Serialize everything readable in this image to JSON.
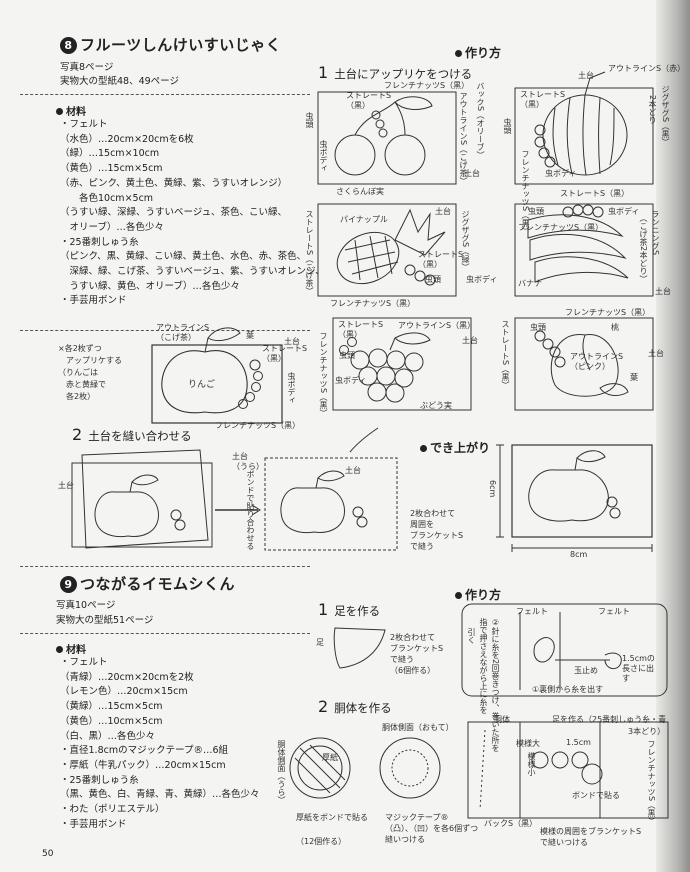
{
  "section1": {
    "number": "8",
    "title": "フルーツしんけいすいじゃく",
    "photo_ref": "写真8ページ",
    "pattern_ref": "実物大の型紙48、49ページ",
    "materials_heading": "材料",
    "materials": [
      "・フェルト",
      "（水色）…20cm×20cmを6枚",
      "（緑）…15cm×10cm",
      "（黄色）…15cm×5cm",
      "（赤、ピンク、黄土色、黄緑、紫、うすいオレンジ）",
      "　　各色10cm×5cm",
      "（うすい緑、深緑、うすいベージュ、茶色、こい緑、",
      "　オリーブ）…各色少々",
      "・25番刺しゅう糸",
      "（ピンク、黒、黄緑、こい緑、黄土色、水色、赤、茶色、",
      "　深緑、緑、こげ茶、うすいベージュ、紫、うすいオレンジ、",
      "　うすい緑、黄色、オリーブ）…各色少々",
      "・手芸用ボンド"
    ],
    "howto_heading": "作り方",
    "step1_num": "1",
    "step1_title": "土台にアップリケをつける",
    "step2_num": "2",
    "step2_title": "土台を縫い合わせる",
    "finished_heading": "でき上がり",
    "apple_note": [
      "×各2枚ずつ",
      "　アップリケする",
      "（りんごは",
      "　赤と黄緑で",
      "　各2枚）"
    ],
    "apple_labels": {
      "outline": "アウトラインS",
      "outline_color": "（こげ茶）",
      "leaf": "葉",
      "base": "土台",
      "straight": "ストレートS",
      "black": "（黒）",
      "apple": "りんご",
      "body": "虫ボディ",
      "french": "フレンチナッツS（黒）"
    },
    "cherry_labels": {
      "french": "フレンチナッツS（黒）",
      "straight": "ストレートS",
      "black": "（黒）",
      "head": "虫頭",
      "outline": "アウトラインS",
      "outline_color": "（こげ茶）",
      "back": "バックS（オリーブ）",
      "body": "虫ボディ",
      "fruit": "さくらんぼ実",
      "base": "土台"
    },
    "watermelon_labels": {
      "base": "土台",
      "outline": "アウトラインS（赤）",
      "zigzag": "ジグザグS（黒）",
      "two": "2本どり",
      "straight": "ストレートS",
      "black": "（黒）",
      "head": "虫頭",
      "french": "フレンチナッツS（黒）",
      "body": "虫ボディ"
    },
    "pineapple_labels": {
      "straight": "ストレートS（こげ茶）",
      "pine": "パイナップル",
      "base": "土台",
      "zigzag": "ジグザグS（緑）",
      "straight2": "ストレートS",
      "black": "（黒）",
      "head": "虫頭",
      "body": "虫ボディ",
      "french": "フレンチナッツS（黒）"
    },
    "banana_labels": {
      "straight": "ストレートS（黒）",
      "head": "虫頭",
      "body": "虫ボディ",
      "french": "フレンチナッツS（黒）",
      "running": "ランニングS",
      "running_color": "（こげ茶2本どり）",
      "banana": "バナナ",
      "base": "土台"
    },
    "grape_labels": {
      "straight": "ストレートS",
      "black": "（黒）",
      "outline": "アウトラインS（黒）",
      "head": "虫頭",
      "base": "土台",
      "body": "虫ボディ",
      "french": "フレンチナッツS（黒）",
      "grape": "ぶどう実"
    },
    "peach_labels": {
      "french": "フレンチナッツS（黒）",
      "straight": "ストレートS（黒）",
      "peach": "桃",
      "base": "土台",
      "head": "虫頭",
      "outline": "アウトラインS",
      "outline_color": "（ピンク）",
      "leaf": "葉"
    },
    "sew_labels": {
      "base_back": "土台（うら）",
      "base": "土台",
      "glue": "ボンドで貼り合わせる",
      "note1": "2枚合わせて",
      "note2": "周囲を",
      "note3": "ブランケットS",
      "note4": "で縫う"
    },
    "finished_dims": {
      "height": "6cm",
      "width": "8cm"
    }
  },
  "section2": {
    "number": "9",
    "title": "つながるイモムシくん",
    "photo_ref": "写真10ページ",
    "pattern_ref": "実物大の型紙51ページ",
    "materials_heading": "材料",
    "materials": [
      "・フェルト",
      "（青緑）…20cm×20cmを2枚",
      "（レモン色）…20cm×15cm",
      "（黄緑）…15cm×5cm",
      "（黄色）…10cm×5cm",
      "（白、黒）…各色少々",
      "・直径1.8cmのマジックテープ®…6組",
      "・厚紙（牛乳パック）…20cm×15cm",
      "・25番刺しゅう糸",
      "（黒、黄色、白、青緑、青、黄緑）…各色少々",
      "・わた（ポリエステル）",
      "・手芸用ボンド"
    ],
    "howto_heading": "作り方",
    "step1_num": "1",
    "step1_title": "足を作る",
    "step2_num": "2",
    "step2_title": "胴体を作る",
    "leg_labels": {
      "leg": "足",
      "n1": "2枚合わせて",
      "n2": "ブランケットS",
      "n3": "で縫う",
      "n4": "（6個作る）"
    },
    "thread_labels": {
      "felt": "フェルト",
      "felt2": "フェルト",
      "pull": "引く",
      "wrap": "②針に糸を2回巻き",
      "wrap2": "つけ、巻いた所を",
      "wrap3": "指で押さえ",
      "wrap4": "ながら上に糸を",
      "knot": "玉止め",
      "len": "1.5cmの長さに出す",
      "back": "①裏側から糸を出す"
    },
    "body_labels": {
      "side": "胴体側面（うら）",
      "cardboard": "厚紙",
      "glue": "厚紙をボンドで貼る",
      "twelve": "（12個作る）",
      "side_front": "胴体側面（おもて）",
      "velcro": "マジックテープ®",
      "velcro2": "（凸）、（凹）を各6個ずつ",
      "velcro3": "縫いつける",
      "body": "胴体",
      "leg_make": "足を作る（25番刺しゅう糸・青",
      "three": "3本どり）",
      "pattern_large": "模様大",
      "pattern_small": "模様小",
      "size": "1.5cm",
      "glue2": "ボンドで貼る",
      "french": "フレンチナッツS（黒）",
      "back": "バックS（黒）",
      "blanket": "模様の周囲をブランケットS",
      "sewn": "で縫いつける"
    }
  },
  "page_number": "50"
}
